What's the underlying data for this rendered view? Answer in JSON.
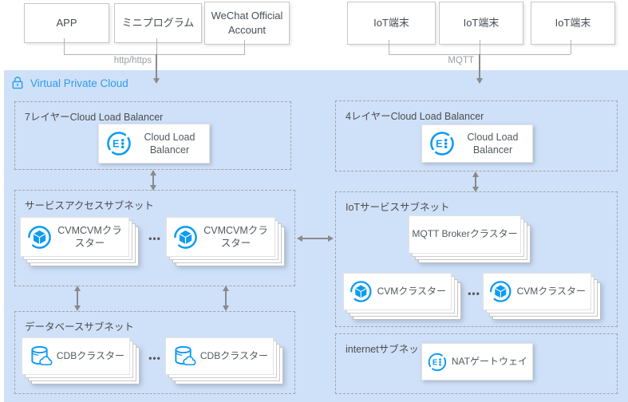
{
  "external": {
    "app": "APP",
    "mini_program": "ミニプログラム",
    "wechat": "WeChat Official Account",
    "iot1": "IoT端末",
    "iot2": "IoT端末",
    "iot3": "IoT端末",
    "http_label": "http/https",
    "mqtt_label": "MQTT"
  },
  "vpc": {
    "title": "Virtual Private Cloud",
    "clb7": {
      "zone": "7レイヤーCloud Load Balancer",
      "node": "Cloud Load Balancer"
    },
    "clb4": {
      "zone": "4レイヤーCloud Load Balancer",
      "node": "Cloud Load Balancer"
    },
    "service_subnet": {
      "zone": "サービスアクセスサブネット",
      "node1": "CVMCVMクラスター",
      "node2": "CVMCVMクラスター",
      "ellipsis": "•••"
    },
    "iot_subnet": {
      "zone": "IoTサービスサブネット",
      "broker": "MQTT Brokerクラスター",
      "node1": "CVMクラスター",
      "node2": "CVMクラスター",
      "ellipsis": "•••"
    },
    "db_subnet": {
      "zone": "データベースサブネット",
      "node1": "CDBクラスター",
      "node2": "CDBクラスター",
      "ellipsis": "•••"
    },
    "internet_subnet": {
      "zone": "internetサブネット",
      "node": "NATゲートウェイ"
    }
  },
  "colors": {
    "vpc_background": "#cfe1f9",
    "accent_blue_text": "#2e9de9",
    "icon_blue": "#0d9bf2",
    "dashed_border": "#a3a3a3",
    "arrow_gray": "#8a8a8a"
  }
}
